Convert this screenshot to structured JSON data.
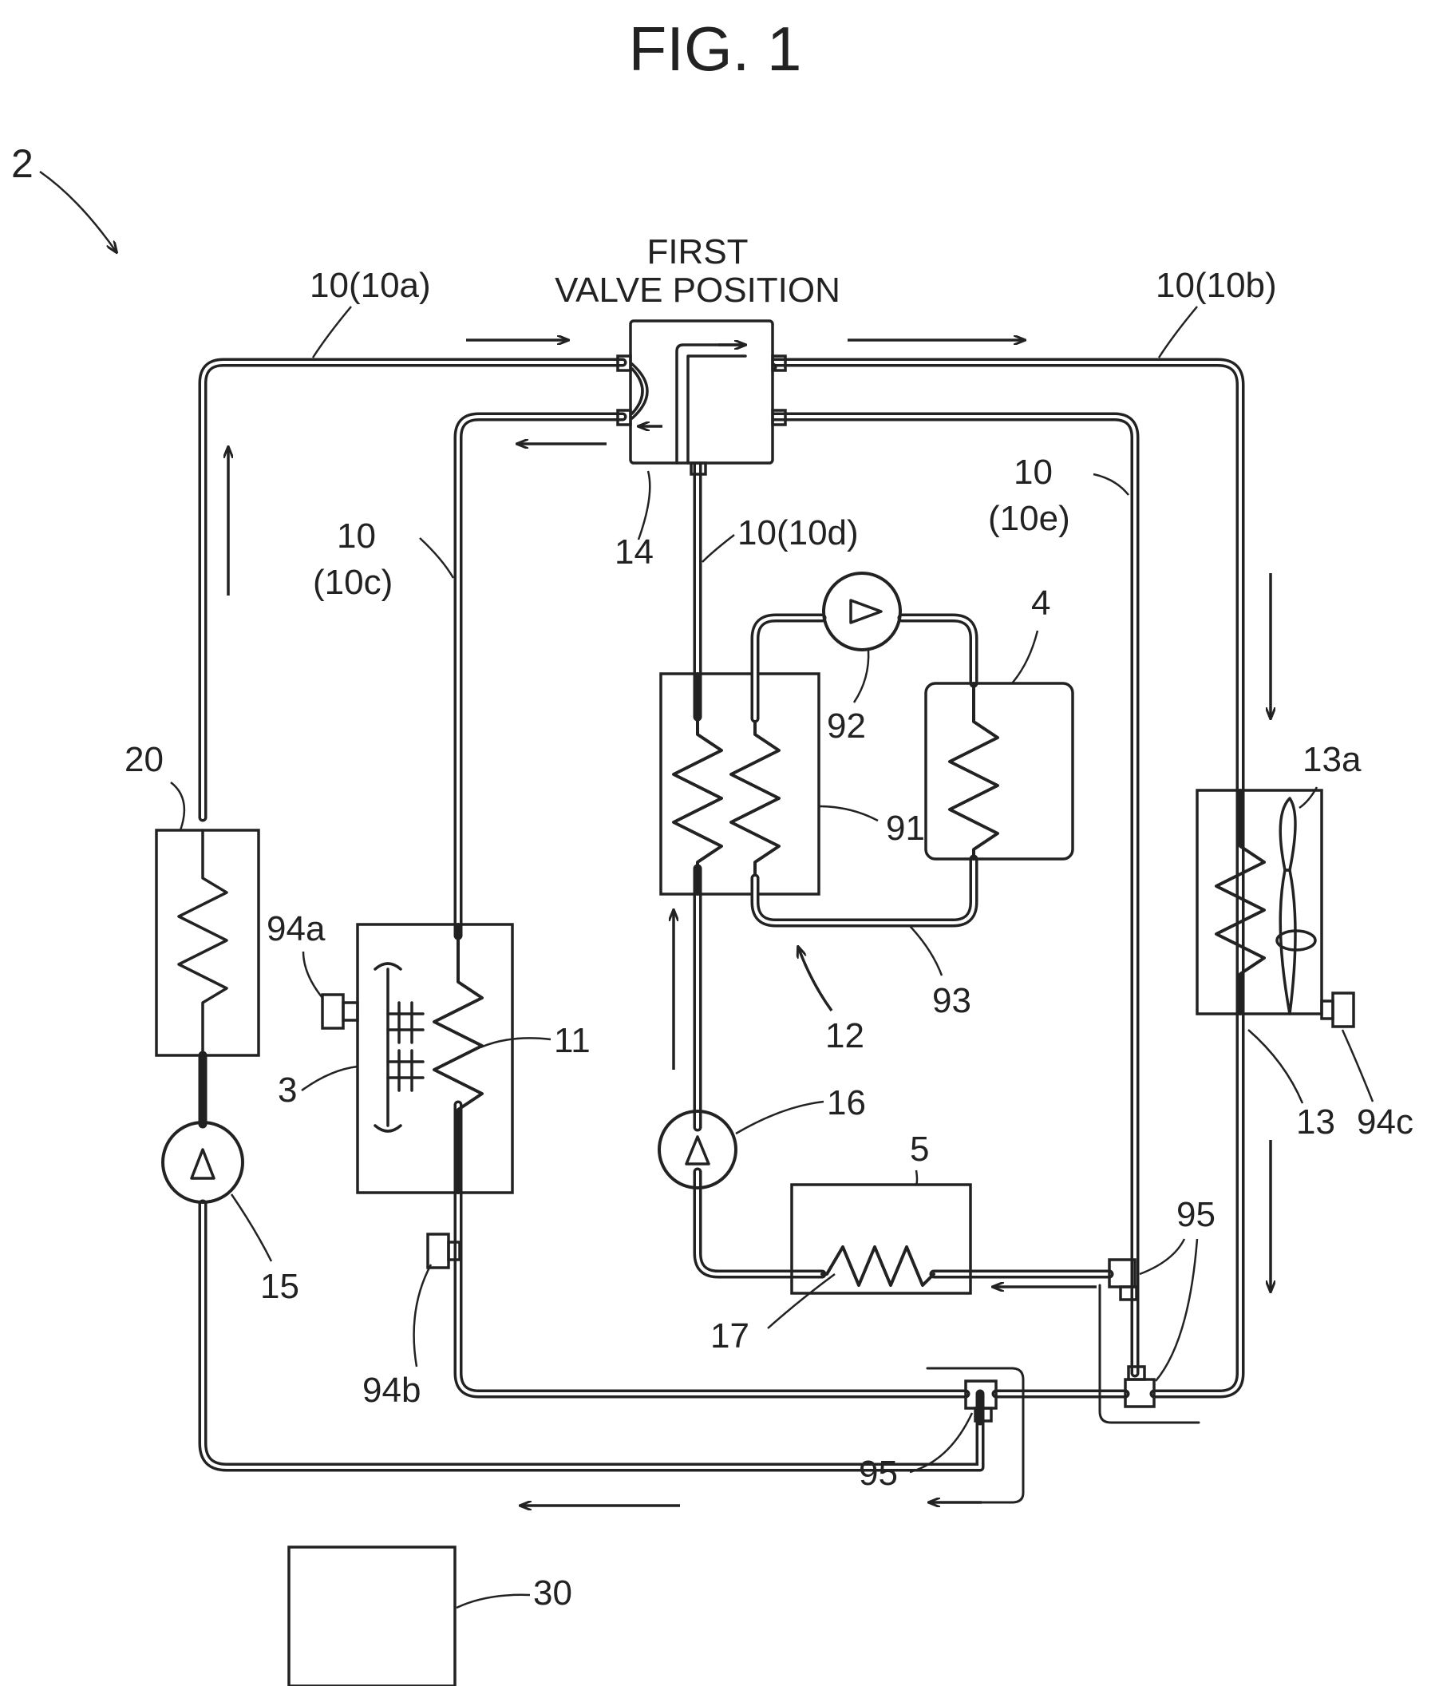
{
  "figure_title": "FIG. 1",
  "valve_position_label": [
    "FIRST",
    "VALVE POSITION"
  ],
  "labels": {
    "system": "2",
    "pipe_10a": "10(10a)",
    "pipe_10b": "10(10b)",
    "pipe_10c_top": "10",
    "pipe_10c_bottom": "(10c)",
    "pipe_10d": "10(10d)",
    "pipe_10e_top": "10",
    "pipe_10e_bottom": "(10e)",
    "valve": "14",
    "battery": "3",
    "battery_exchanger": "11",
    "heat_exchanger_unit": "12",
    "unit_4": "4",
    "unit_5": "5",
    "fan": "13a",
    "radiator": "13",
    "heater": "20",
    "pump_15": "15",
    "pump_16": "16",
    "pump_92": "92",
    "exchanger_91": "91",
    "loop_93": "93",
    "sensor_94a": "94a",
    "sensor_94b": "94b",
    "sensor_94c": "94c",
    "junction_95_right": "95",
    "junction_95_bottom": "95",
    "element_17": "17",
    "controller": "30"
  }
}
